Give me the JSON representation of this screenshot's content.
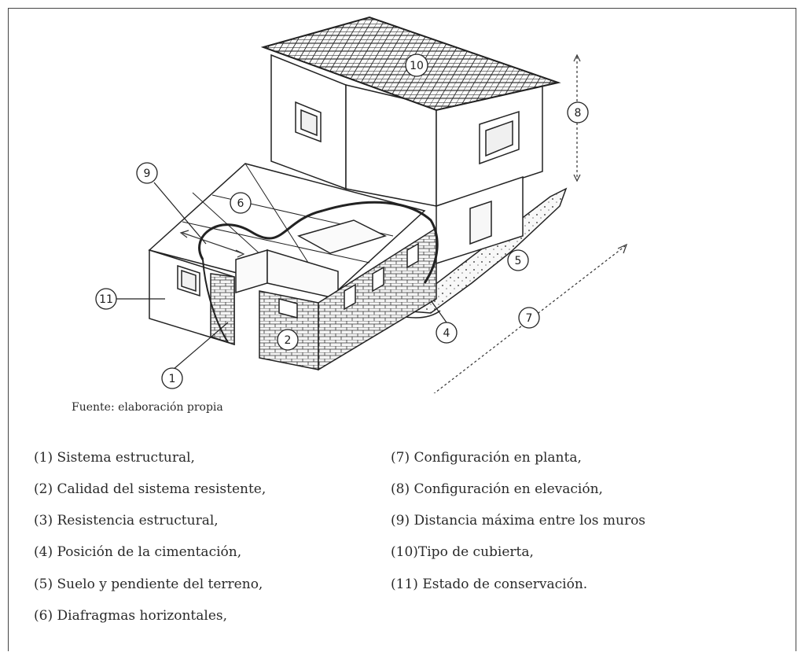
{
  "source_note": "Fuente: elaboración propia",
  "callouts": [
    "1",
    "2",
    "4",
    "5",
    "6",
    "7",
    "8",
    "9",
    "10",
    "11"
  ],
  "legend": {
    "left": [
      {
        "num": "(1)",
        "text": "Sistema estructural,"
      },
      {
        "num": "(2)",
        "text": "Calidad del sistema resistente,"
      },
      {
        "num": "(3)",
        "text": "Resistencia estructural,"
      },
      {
        "num": "(4)",
        "text": "Posición de la cimentación,"
      },
      {
        "num": "(5)",
        "text": "Suelo y pendiente del terreno,"
      },
      {
        "num": "(6)",
        "text": "Diafragmas horizontales,"
      }
    ],
    "right": [
      {
        "num": "(7)",
        "text": "Configuración en planta,"
      },
      {
        "num": "(8)",
        "text": "Configuración en elevación,"
      },
      {
        "num": "(9)",
        "text": "Distancia máxima entre los muros"
      },
      {
        "num": "(10)",
        "text": "Tipo de cubierta,"
      },
      {
        "num": "(11)",
        "text": "Estado de conservación."
      }
    ]
  }
}
